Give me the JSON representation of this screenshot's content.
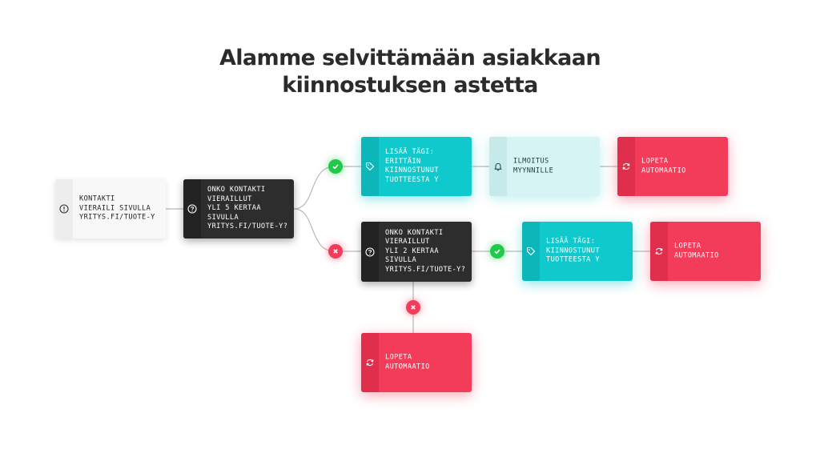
{
  "title": {
    "line1": "Alamme selvittämään asiakkaan",
    "line2": "kiinnostuksen astetta"
  },
  "nodes": {
    "trigger": {
      "text": "KONTAKTI\nVIERAILI SIVULLA\nYRITYS.FI/TUOTE-Y",
      "icon": "alert-circle-icon"
    },
    "question1": {
      "text": "ONKO KONTAKTI\nVIERAILLUT\nYLI 5 KERTAA\nSIVULLA\nYRITYS.FI/TUOTE-Y?",
      "icon": "question-circle-icon"
    },
    "tag1": {
      "text": "LISÄÄ TÄGI:\nERITTÄIN\nKIINNOSTUNUT\nTUOTTEESTA Y",
      "icon": "tag-icon"
    },
    "notify": {
      "text": "ILMOITUS\nMYYNNILLE",
      "icon": "bell-icon"
    },
    "stop1": {
      "text": "LOPETA\nAUTOMAATIO",
      "icon": "refresh-icon"
    },
    "question2": {
      "text": "ONKO KONTAKTI\nVIERAILLUT\nYLI 2 KERTAA\nSIVULLA\nYRITYS.FI/TUOTE-Y?",
      "icon": "question-circle-icon"
    },
    "tag2": {
      "text": "LISÄÄ TÄGI:\nKIINNOSTUNUT\nTUOTTEESTA Y",
      "icon": "tag-icon"
    },
    "stop2": {
      "text": "LOPETA\nAUTOMAATIO",
      "icon": "refresh-icon"
    },
    "stop3": {
      "text": "LOPETA\nAUTOMAATIO",
      "icon": "refresh-icon"
    }
  },
  "badges": {
    "yes_icon": "check-icon",
    "no_icon": "cross-icon"
  },
  "colors": {
    "dark": "#2d2d2d",
    "teal": "#10c9cc",
    "light_teal": "#d7f4f5",
    "red": "#f33b5a",
    "green": "#1fc94a",
    "connector": "#b9b9b9"
  }
}
